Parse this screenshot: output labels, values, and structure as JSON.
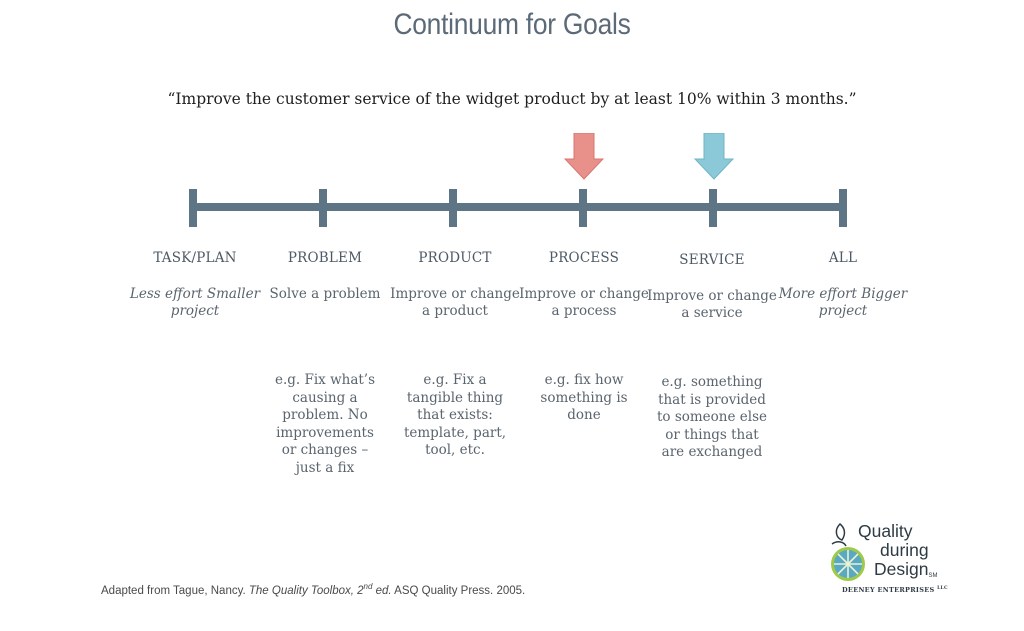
{
  "title": "Continuum for Goals",
  "quote": "“Improve the customer service of the widget product by at least 10% within 3 months.”",
  "colors": {
    "axis": "#5e7585",
    "arrow_process": "#e8908a",
    "arrow_service": "#8cc9d8",
    "text": "#5a646d"
  },
  "columns": [
    {
      "label": "TASK/PLAN",
      "desc": "Less effort Smaller project",
      "example": ""
    },
    {
      "label": "PROBLEM",
      "desc": "Solve a problem",
      "example": "e.g. Fix what’s causing a problem. No improvements or changes – just a fix"
    },
    {
      "label": "PRODUCT",
      "desc": "Improve or change a product",
      "example": "e.g. Fix a tangible thing that exists: template, part, tool, etc."
    },
    {
      "label": "PROCESS",
      "desc": "Improve or change a process",
      "example": "e.g. fix how something is done"
    },
    {
      "label": "SERVICE",
      "desc": "Improve or change a service",
      "example": "e.g. something that is provided to someone else or things that are exchanged"
    },
    {
      "label": "ALL",
      "desc": "More effort Bigger project",
      "example": ""
    }
  ],
  "footer": {
    "prefix": "Adapted from Tague, Nancy. ",
    "book": "The Quality Toolbox, 2",
    "sup": "nd",
    "ed": " ed.",
    "suffix": " ASQ Quality Press. 2005."
  },
  "logo": {
    "line1": "Quality",
    "line2": "during",
    "line3": "Design",
    "mark": "SM",
    "sub": "DEENEY ENTERPRISES",
    "sub_mark": "LLC"
  }
}
